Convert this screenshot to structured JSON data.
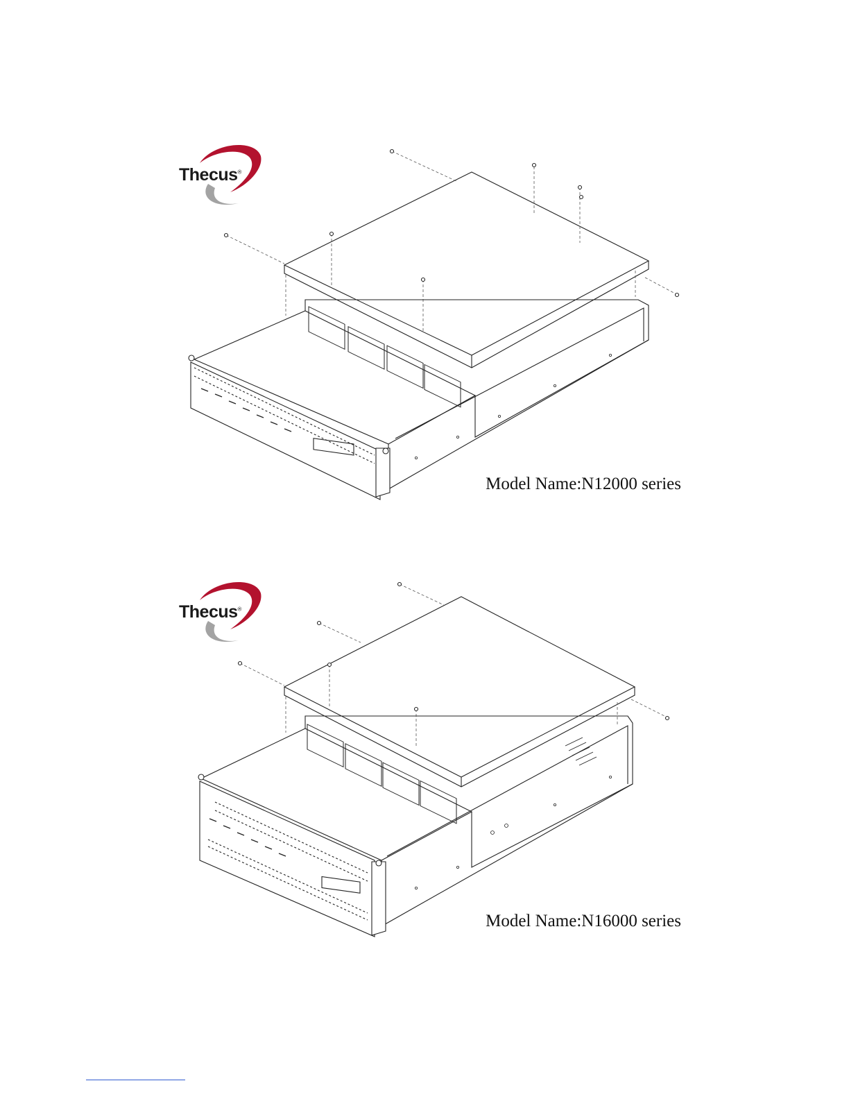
{
  "figures": [
    {
      "brand": "Thecus",
      "model_label": "Model Name:N12000 series"
    },
    {
      "brand": "Thecus",
      "model_label": "Model Name:N16000 series"
    }
  ],
  "logo_colors": {
    "primary_arc": "#b3122e",
    "secondary_arc": "#9a9a9a",
    "text": "#1a1a1a"
  },
  "footer": {
    "rule_color": "#2f5bd0"
  }
}
